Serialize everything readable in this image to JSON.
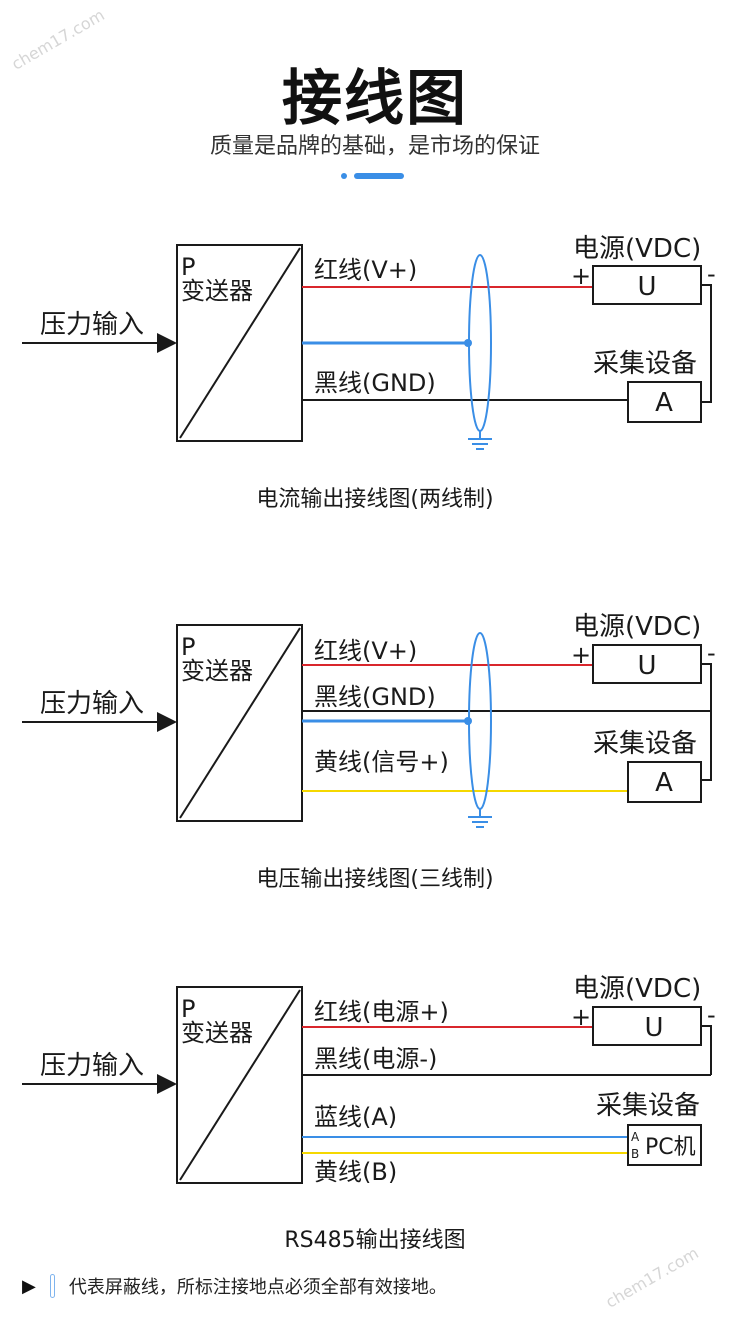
{
  "watermark": "chem17.com",
  "header": {
    "title": "接线图",
    "subtitle": "质量是品牌的基础，是市场的保证"
  },
  "colors": {
    "red_wire": "#d9262c",
    "blue_wire": "#3a8ee6",
    "black_wire": "#1a1a1a",
    "yellow_wire": "#f5d800",
    "shield": "#3a8ee6"
  },
  "diagrams": [
    {
      "caption": "电流输出接线图(两线制)",
      "input_label": "压力输入",
      "transmitter": {
        "p": "P",
        "name": "变送器"
      },
      "power": {
        "title": "电源(VDC)",
        "plus": "+",
        "minus": "-",
        "box": "U"
      },
      "device": {
        "title": "采集设备",
        "box": "A"
      },
      "wires": [
        "红线(V+)",
        "黑线(GND)"
      ]
    },
    {
      "caption": "电压输出接线图(三线制)",
      "input_label": "压力输入",
      "transmitter": {
        "p": "P",
        "name": "变送器"
      },
      "power": {
        "title": "电源(VDC)",
        "plus": "+",
        "minus": "-",
        "box": "U"
      },
      "device": {
        "title": "采集设备",
        "box": "A"
      },
      "wires": [
        "红线(V+)",
        "黑线(GND)",
        "黄线(信号+)"
      ]
    },
    {
      "caption": "RS485输出接线图",
      "input_label": "压力输入",
      "transmitter": {
        "p": "P",
        "name": "变送器"
      },
      "power": {
        "title": "电源(VDC)",
        "plus": "+",
        "minus": "-",
        "box": "U"
      },
      "device": {
        "title": "采集设备",
        "box": "PC机",
        "port_a": "A",
        "port_b": "B"
      },
      "wires": [
        "红线(电源+)",
        "黑线(电源-)",
        "蓝线(A)",
        "黄线(B)"
      ]
    }
  ],
  "footnote": "代表屏蔽线，所标注接地点必须全部有效接地。"
}
